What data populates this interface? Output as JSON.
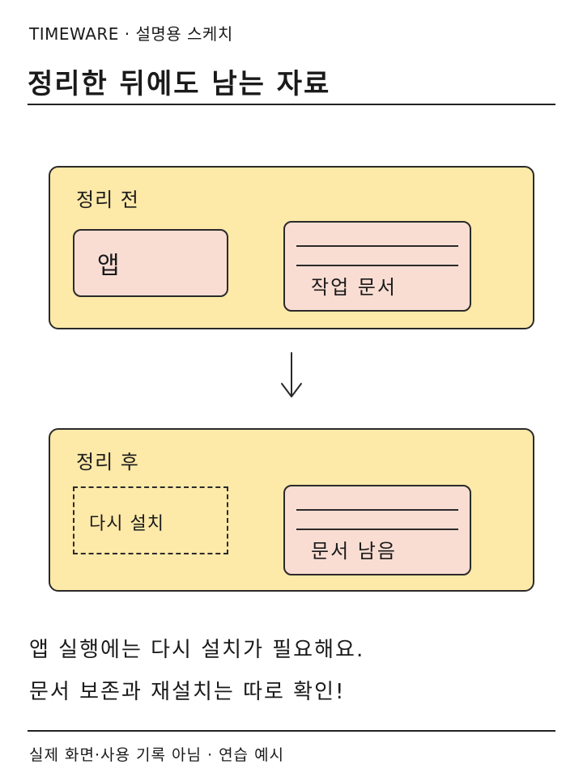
{
  "header": {
    "brand": "TIMEWARE · 설명용 스케치",
    "title": "정리한 뒤에도 남는 자료"
  },
  "before": {
    "label": "정리 전",
    "app_label": "앱",
    "doc_label": "작업 문서"
  },
  "after": {
    "label": "정리 후",
    "reinstall_label": "다시 설치",
    "doc_label": "문서 남음"
  },
  "notes": {
    "line1": "앱 실행에는 다시 설치가 필요해요.",
    "line2": "문서 보존과 재설치는 따로 확인!"
  },
  "footer": "실제 화면·사용 기록 아님 · 연습 예시"
}
